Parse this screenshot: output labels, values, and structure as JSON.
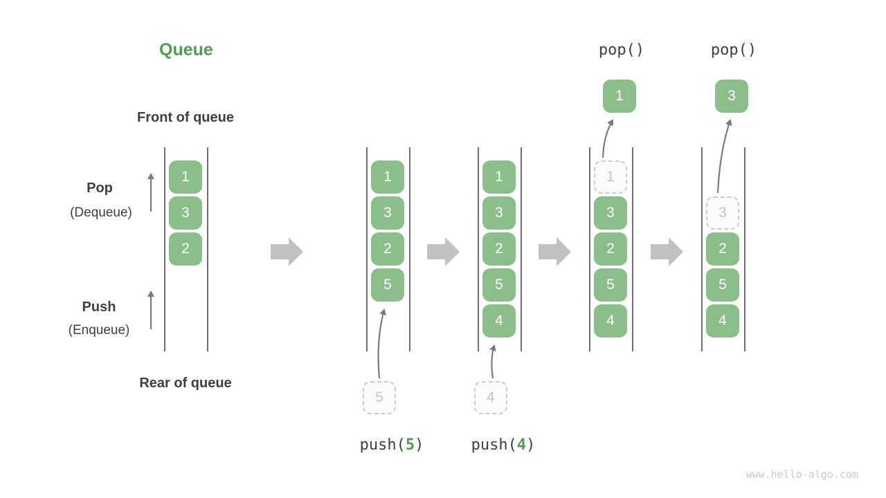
{
  "title": "Queue",
  "labels": {
    "front": "Front of queue",
    "pop": "Pop",
    "dequeue": "(Dequeue)",
    "push": "Push",
    "enqueue": "(Enqueue)",
    "rear": "Rear of queue"
  },
  "queues": [
    {
      "slots": [
        {
          "row": 0,
          "value": "1",
          "style": "solid"
        },
        {
          "row": 1,
          "value": "3",
          "style": "solid"
        },
        {
          "row": 2,
          "value": "2",
          "style": "solid"
        }
      ]
    },
    {
      "slots": [
        {
          "row": 0,
          "value": "1",
          "style": "solid"
        },
        {
          "row": 1,
          "value": "3",
          "style": "solid"
        },
        {
          "row": 2,
          "value": "2",
          "style": "solid"
        },
        {
          "row": 3,
          "value": "5",
          "style": "solid"
        }
      ],
      "pending_value": "5",
      "op": {
        "type": "push",
        "parts": [
          {
            "text": "push(",
            "color": "dark"
          },
          {
            "text": "5",
            "color": "green"
          },
          {
            "text": ")",
            "color": "dark"
          }
        ]
      }
    },
    {
      "slots": [
        {
          "row": 0,
          "value": "1",
          "style": "solid"
        },
        {
          "row": 1,
          "value": "3",
          "style": "solid"
        },
        {
          "row": 2,
          "value": "2",
          "style": "solid"
        },
        {
          "row": 3,
          "value": "5",
          "style": "solid"
        },
        {
          "row": 4,
          "value": "4",
          "style": "solid"
        }
      ],
      "pending_value": "4",
      "op": {
        "type": "push",
        "parts": [
          {
            "text": "push(",
            "color": "dark"
          },
          {
            "text": "4",
            "color": "green"
          },
          {
            "text": ")",
            "color": "dark"
          }
        ]
      }
    },
    {
      "slots": [
        {
          "row": 0,
          "value": "1",
          "style": "dashed"
        },
        {
          "row": 1,
          "value": "3",
          "style": "solid"
        },
        {
          "row": 2,
          "value": "2",
          "style": "solid"
        },
        {
          "row": 3,
          "value": "5",
          "style": "solid"
        },
        {
          "row": 4,
          "value": "4",
          "style": "solid"
        }
      ],
      "popped_value": "1",
      "op": {
        "type": "pop",
        "parts": [
          {
            "text": "pop()",
            "color": "dark"
          }
        ]
      }
    },
    {
      "slots": [
        {
          "row": 1,
          "value": "3",
          "style": "dashed"
        },
        {
          "row": 2,
          "value": "2",
          "style": "solid"
        },
        {
          "row": 3,
          "value": "5",
          "style": "solid"
        },
        {
          "row": 4,
          "value": "4",
          "style": "solid"
        }
      ],
      "popped_value": "3",
      "op": {
        "type": "pop",
        "parts": [
          {
            "text": "pop()",
            "color": "dark"
          }
        ]
      }
    }
  ],
  "colors": {
    "accent_green": "#4E9D53",
    "box_green": "#8CBE8C",
    "text_dark": "#3C4043",
    "rail_gray": "#6E6E6E",
    "arrow_gray": "#7A7A7A",
    "block_arrow_gray": "#C1C1C1",
    "dashed_border": "#CBCBCB",
    "dashed_text": "#C3C3C3",
    "watermark_gray": "#C9C9C9"
  },
  "watermark": "www.hello-algo.com"
}
